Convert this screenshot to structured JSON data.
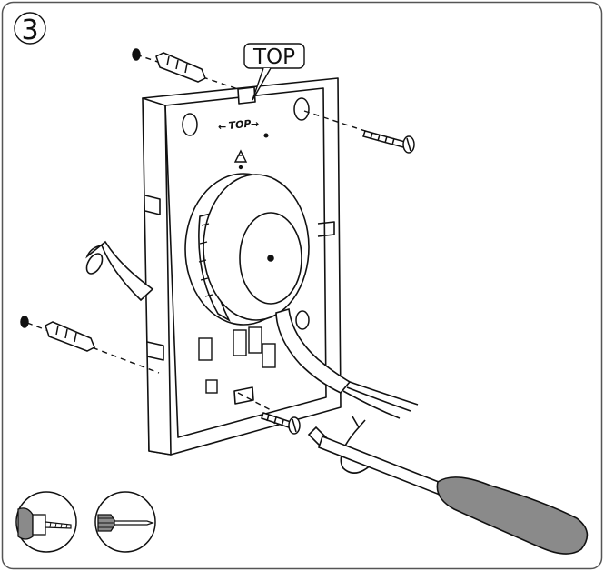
{
  "step": {
    "number": "3"
  },
  "callout": {
    "top_label": "TOP"
  },
  "plate": {
    "arrow_label": "TOP"
  },
  "tools": [
    {
      "icon": "drill-icon"
    },
    {
      "icon": "screwdriver-icon"
    }
  ],
  "colors": {
    "line": "#111111",
    "screwdriver_handle": "#8a8a8a",
    "frame": "#555555"
  }
}
